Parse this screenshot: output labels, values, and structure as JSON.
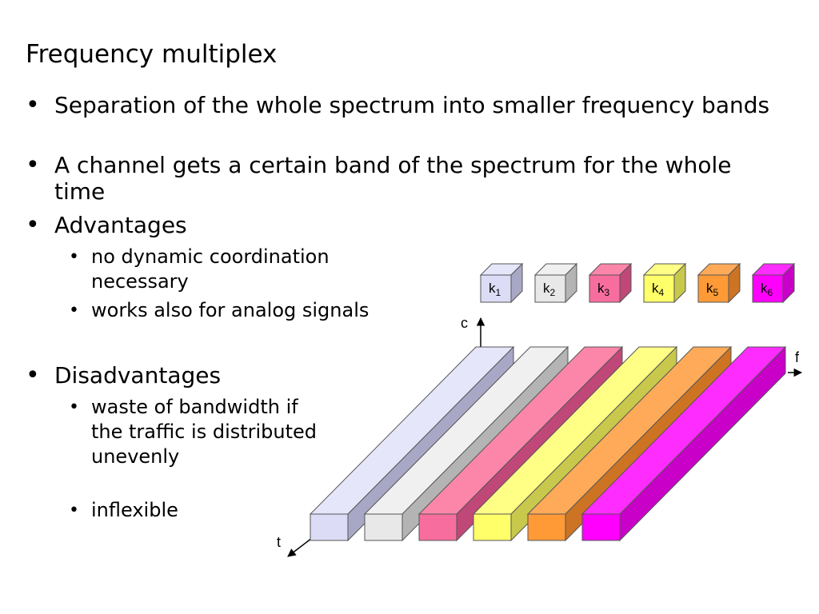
{
  "slide": {
    "title": "Frequency multiplex",
    "bullets": [
      {
        "text": "Separation of the whole spectrum into smaller frequency bands"
      },
      {
        "text": "A channel gets a certain band of the spectrum for the whole time"
      },
      {
        "text": "Advantages",
        "sub": [
          "no dynamic coordination necessary",
          "works also for analog signals"
        ]
      },
      {
        "text": "Disadvantages",
        "sub": [
          "waste of bandwidth if the traffic is distributed unevenly",
          "inflexible"
        ]
      }
    ]
  },
  "diagram": {
    "axes": {
      "c": "c",
      "f": "f",
      "t": "t"
    },
    "channels": [
      {
        "base": "k",
        "sub": "1",
        "front": "#dcdcf6",
        "side": "#a8a8c6",
        "top": "#e6e6fa"
      },
      {
        "base": "k",
        "sub": "2",
        "front": "#e8e8e8",
        "side": "#b4b4b4",
        "top": "#f0f0f0"
      },
      {
        "base": "k",
        "sub": "3",
        "front": "#f76e9e",
        "side": "#c04878",
        "top": "#fb86aa"
      },
      {
        "base": "k",
        "sub": "4",
        "front": "#ffff6a",
        "side": "#c8c84c",
        "top": "#ffff86"
      },
      {
        "base": "k",
        "sub": "5",
        "front": "#ff9a36",
        "side": "#cc7424",
        "top": "#ffaa58"
      },
      {
        "base": "k",
        "sub": "6",
        "front": "#ff00ff",
        "side": "#c800c8",
        "top": "#ff2cff"
      }
    ]
  }
}
